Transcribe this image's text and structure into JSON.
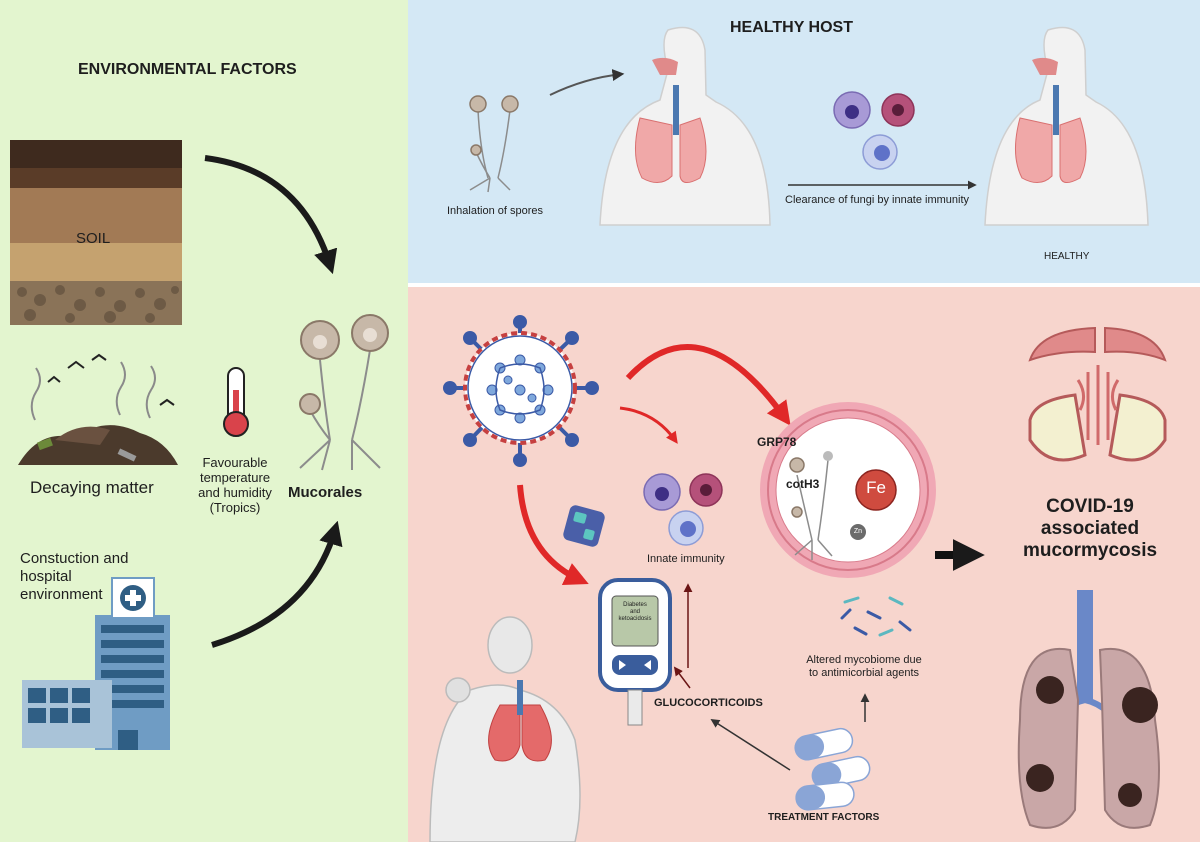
{
  "environmental": {
    "title": "ENVIRONMENTAL FACTORS",
    "soil": "SOIL",
    "decaying": "Decaying matter",
    "construction": "Constuction and\nhospital\nenvironment",
    "temperature": "Favourable\ntemperature\nand humidity\n(Tropics)",
    "mucorales": "Mucorales"
  },
  "healthy_host": {
    "title": "HEALTHY HOST",
    "inhalation": "Inhalation of spores",
    "clearance": "Clearance of fungi by innate immunity",
    "healthy": "HEALTHY"
  },
  "cam": {
    "grp78": "GRP78",
    "coth3": "cotH3",
    "fe": "Fe",
    "zn": "Zn",
    "innate": "Innate immunity",
    "glucometer": "Diabetes\nand\nketoacidosis",
    "glucocorticoids": "GLUCOCORTICOIDS",
    "mycobiome": "Altered mycobiome due\nto antimicorbial agents",
    "treatment": "TREATMENT FACTORS",
    "result": "COVID-19\nassociated\nmucormycosis"
  }
}
